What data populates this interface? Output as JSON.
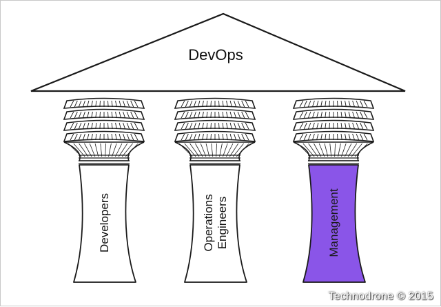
{
  "diagram": {
    "roof": {
      "title": "DevOps"
    },
    "pillars": [
      {
        "lines": [
          "Developers"
        ],
        "fill": "#ffffff",
        "highlighted": false
      },
      {
        "lines": [
          "Operations",
          "Engineers"
        ],
        "fill": "#ffffff",
        "highlighted": false
      },
      {
        "lines": [
          "Management"
        ],
        "fill": "#8a55e8",
        "highlighted": true
      }
    ]
  },
  "watermark": {
    "text": "Technodrone © 2015"
  },
  "colors": {
    "stroke": "#1a1a1a",
    "background": "#ffffff",
    "highlight": "#8a55e8"
  }
}
